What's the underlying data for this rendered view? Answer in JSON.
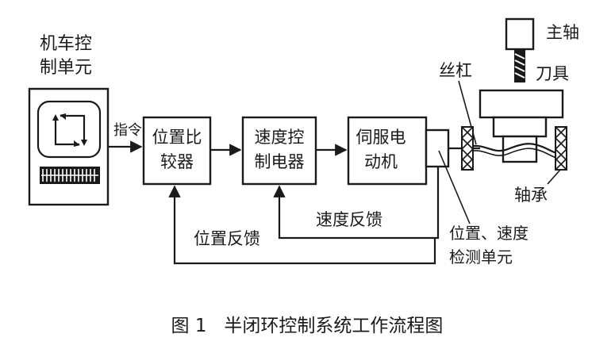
{
  "controller": {
    "label_line1": "机车控",
    "label_line2": "制单元"
  },
  "signals": {
    "command": "指令",
    "position_feedback": "位置反馈",
    "speed_feedback": "速度反馈"
  },
  "blocks": {
    "comparator": {
      "line1": "位置比",
      "line2": "较器"
    },
    "speed_controller": {
      "line1": "速度控",
      "line2": "制电器"
    },
    "servo_motor": {
      "line1": "伺服电",
      "line2": "动机"
    }
  },
  "detector": {
    "line1": "位置、速度",
    "line2": "检测单元"
  },
  "mechanics": {
    "spindle": "主轴",
    "tool": "刀具",
    "lead_screw": "丝杠",
    "bearing": "轴承"
  },
  "caption": {
    "text": "图 1   半闭环控制系统工作流程图"
  }
}
